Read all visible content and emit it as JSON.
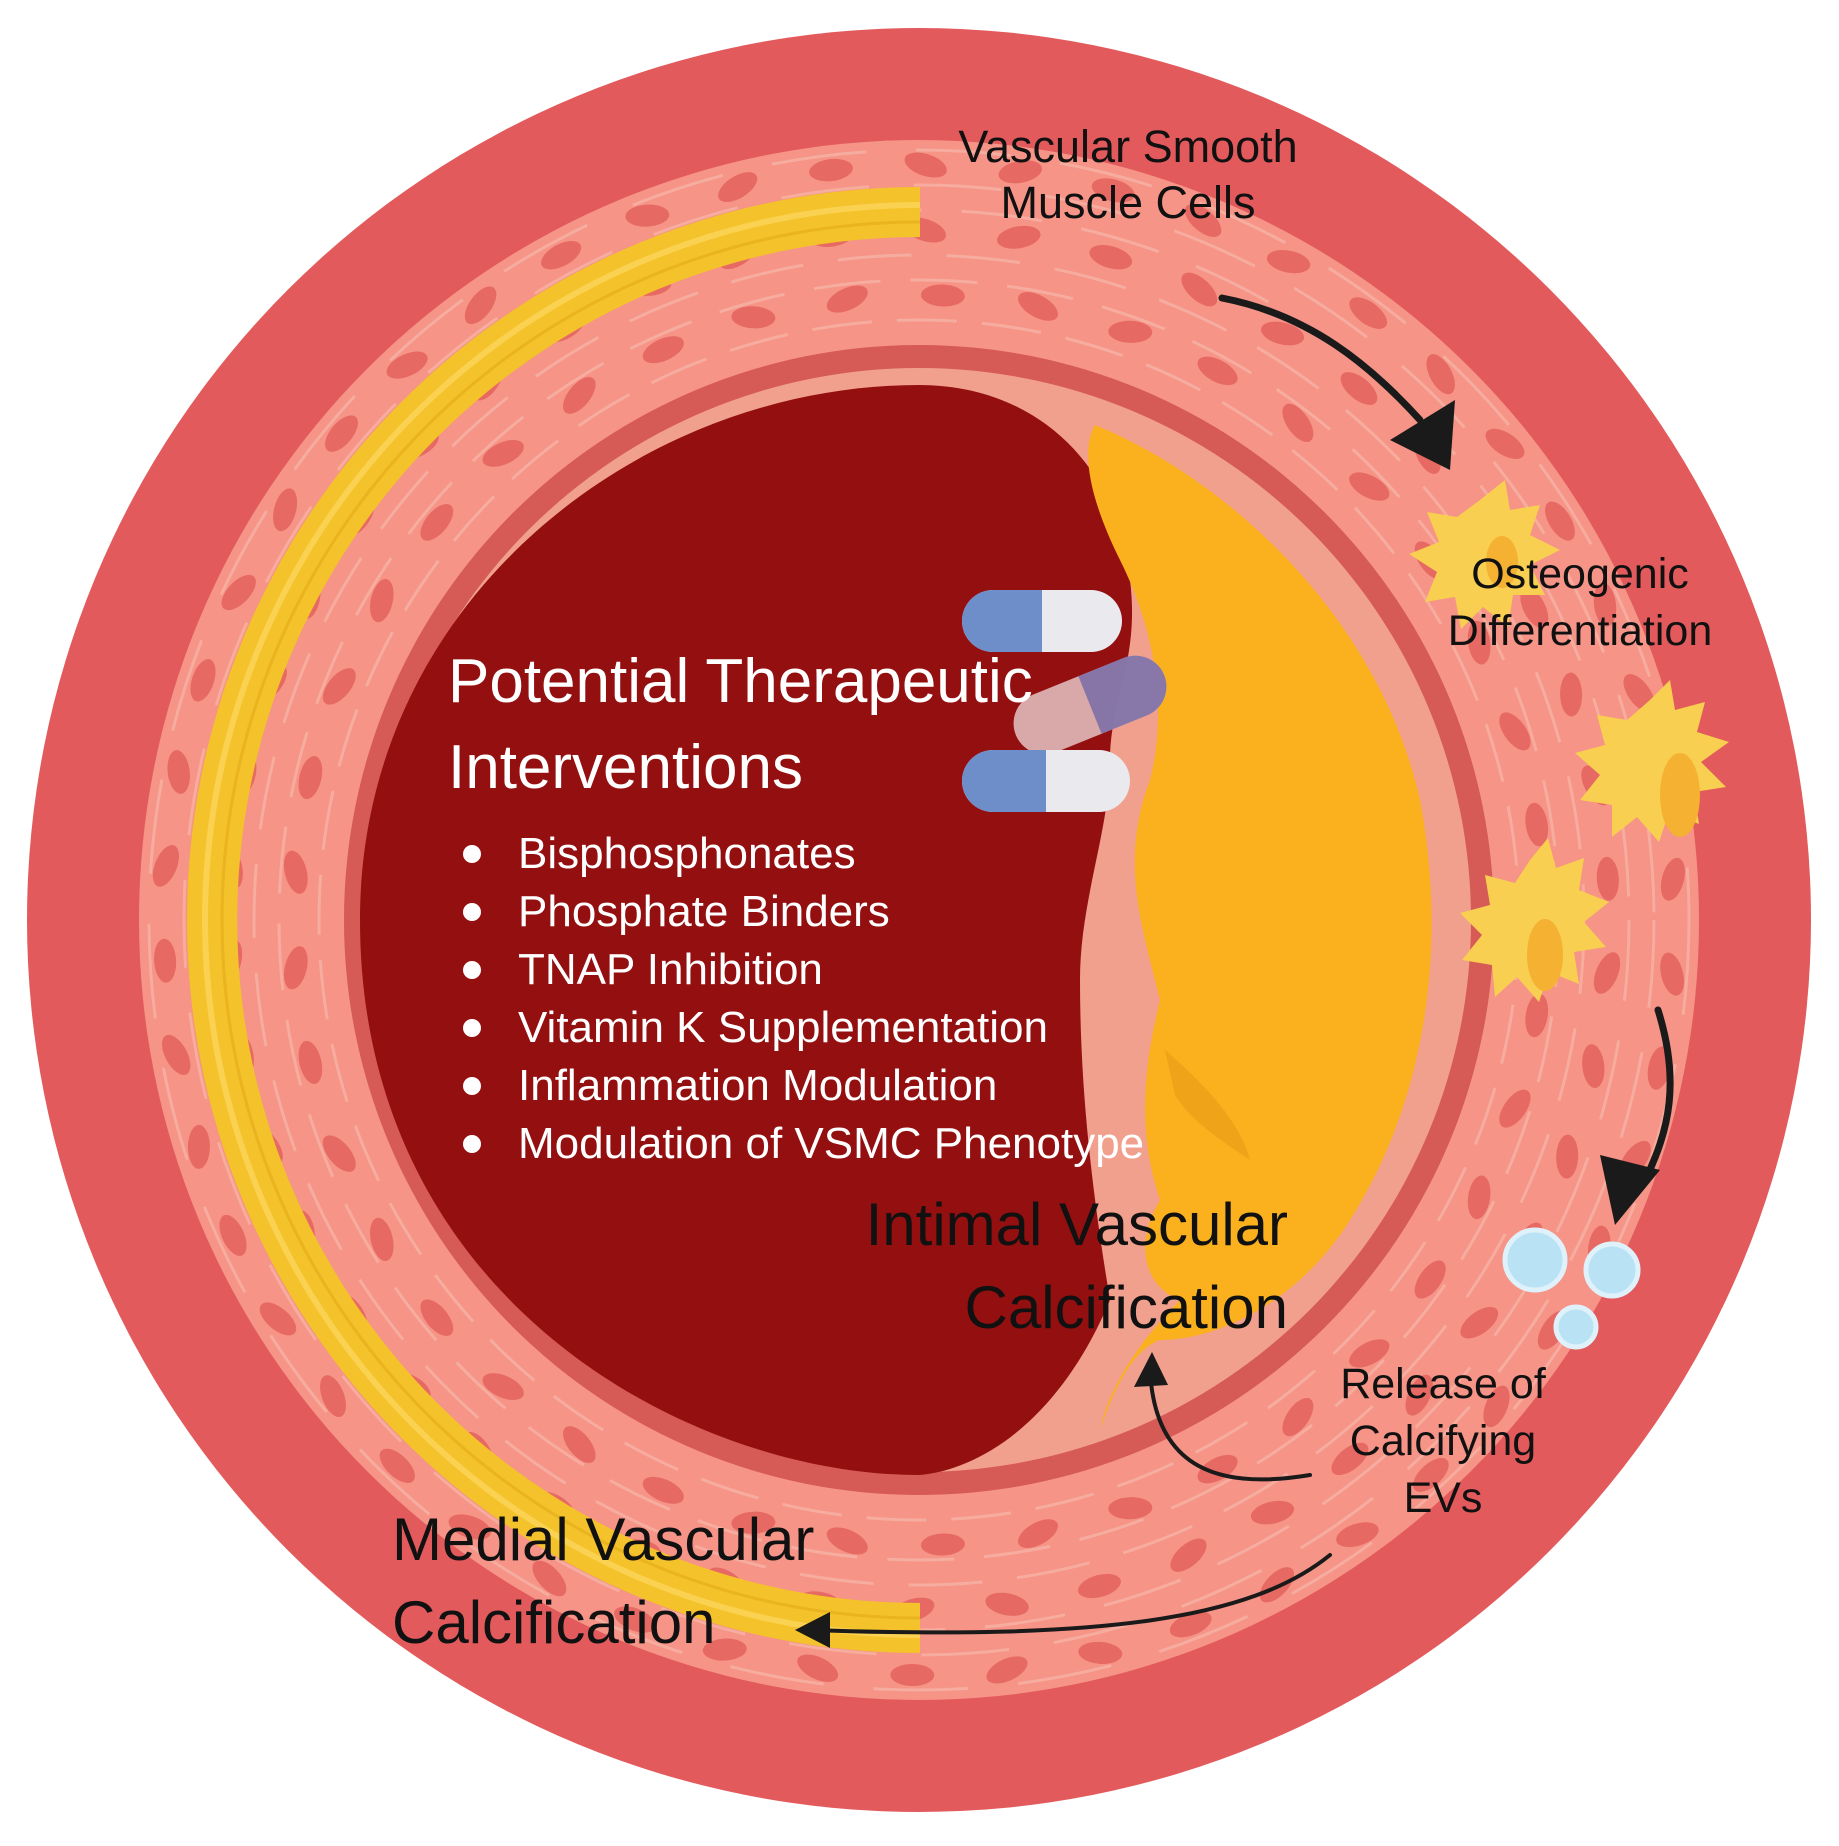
{
  "colors": {
    "outer_wall": "#e35a5c",
    "media_layer": "#f59487",
    "cell_nucleus": "#e4615d",
    "internal_lamina": "#f0a08d",
    "lumen": "#940f10",
    "intimal_plaque": "#fbb11e",
    "medial_calcification_band": "#f4c22a",
    "osteogenic_cell": "#f8cf50",
    "vesicle": "#b9e2f5",
    "arrow": "#1a1a1a",
    "capsule_blue": "#6e8ec9",
    "capsule_white": "#e9e9ee"
  },
  "labels": {
    "vsmc_line1": "Vascular Smooth",
    "vsmc_line2": "Muscle Cells",
    "osteogenic_line1": "Osteogenic",
    "osteogenic_line2": "Differentiation",
    "evs_line1": "Release of",
    "evs_line2": "Calcifying",
    "evs_line3": "EVs",
    "intimal_line1": "Intimal Vascular",
    "intimal_line2": "Calcification",
    "medial_line1": "Medial Vascular",
    "medial_line2": "Calcification"
  },
  "therapeutics": {
    "title_line1": "Potential Therapeutic",
    "title_line2": "Interventions",
    "items": [
      "Bisphosphonates",
      "Phosphate Binders",
      "TNAP Inhibition",
      "Vitamin K Supplementation",
      "Inflammation Modulation",
      "Modulation of VSMC Phenotype"
    ]
  },
  "icons": [
    "capsule-pill-icon",
    "osteogenic-cell-icon",
    "extracellular-vesicle-icon"
  ]
}
